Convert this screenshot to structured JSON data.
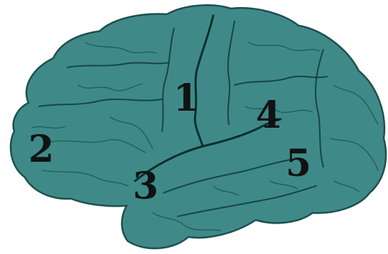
{
  "colors": {
    "brain_fill": "#3f8a88",
    "brain_outline": "#1e4f50",
    "label_color": "#121212",
    "background": "#ffffff"
  },
  "regions": [
    {
      "id": "region-1",
      "label": "1"
    },
    {
      "id": "region-2",
      "label": "2"
    },
    {
      "id": "region-3",
      "label": "3"
    },
    {
      "id": "region-4",
      "label": "4"
    },
    {
      "id": "region-5",
      "label": "5"
    }
  ]
}
